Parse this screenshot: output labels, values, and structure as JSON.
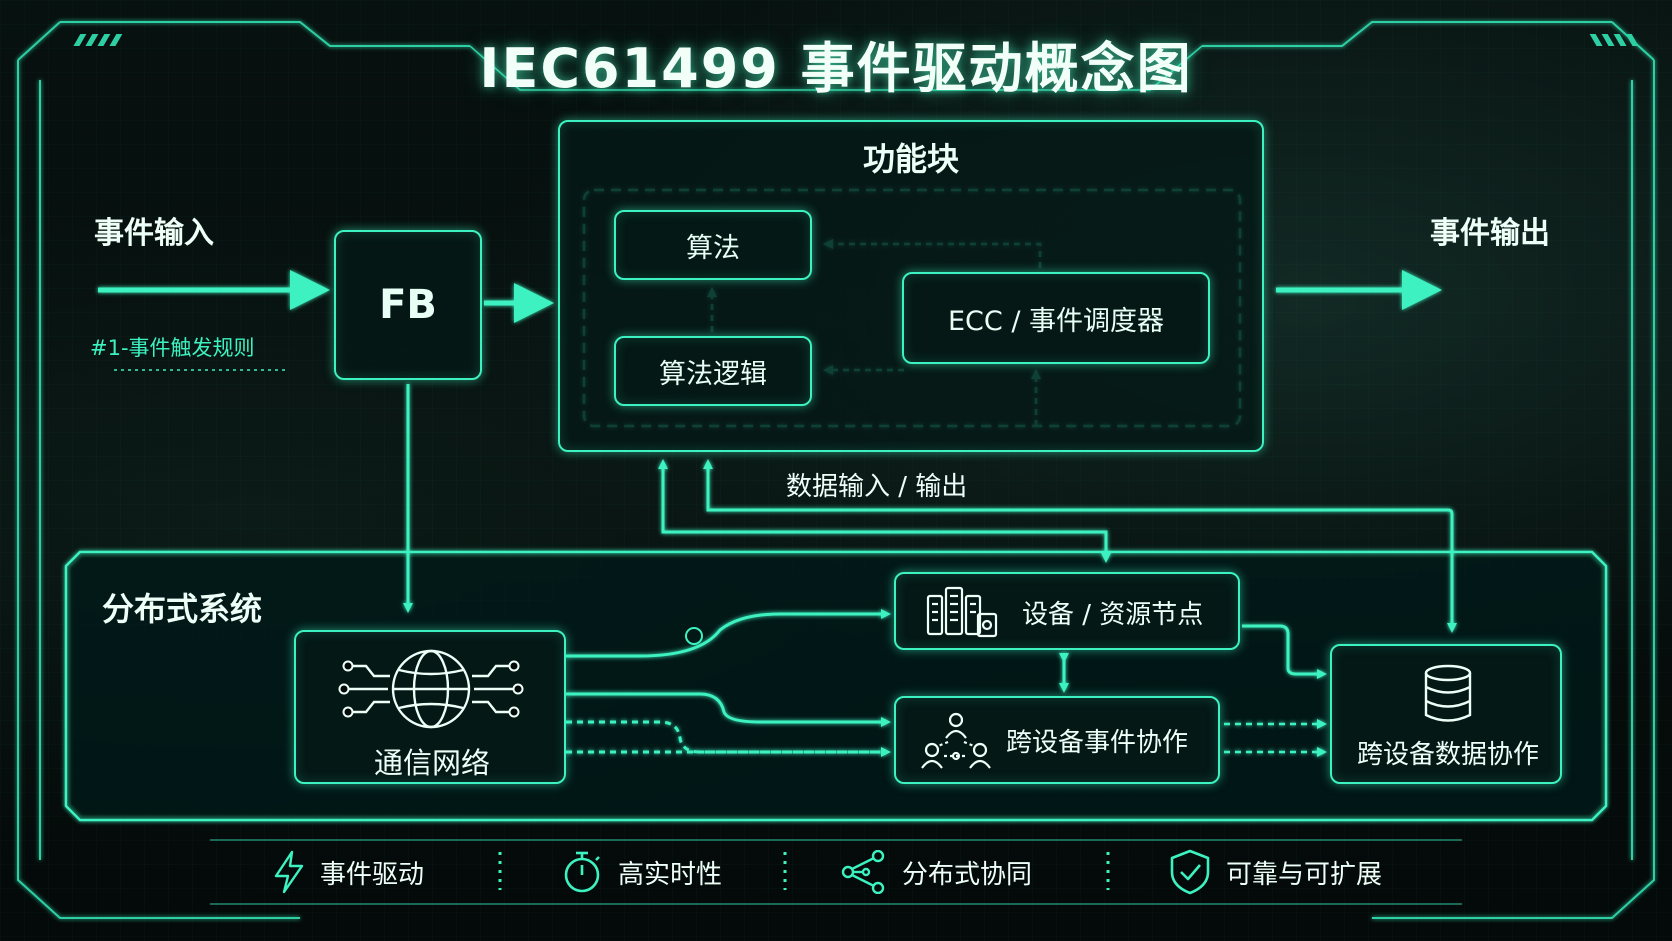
{
  "title": "IEC61499 事件驱动概念图",
  "colors": {
    "accent": "#3cf2c0",
    "background": "#050b0a"
  },
  "diagram": {
    "event_input": "事件输入",
    "event_output": "事件输出",
    "trigger_rule": "#1-事件触发规则",
    "fb": "FB",
    "function_block": {
      "title": "功能块",
      "algorithm": "算法",
      "algorithm_logic": "算法逻辑",
      "ecc": "ECC / 事件调度器"
    },
    "data_io": "数据输入 / 输出",
    "distributed": {
      "title": "分布式系统",
      "network": "通信网络",
      "device_node": "设备 / 资源节点",
      "event_collab": "跨设备事件协作",
      "data_collab": "跨设备数据协作"
    }
  },
  "features": [
    {
      "label": "事件驱动",
      "icon": "lightning-icon"
    },
    {
      "label": "高实时性",
      "icon": "stopwatch-icon"
    },
    {
      "label": "分布式协同",
      "icon": "share-nodes-icon"
    },
    {
      "label": "可靠与可扩展",
      "icon": "shield-check-icon"
    }
  ]
}
